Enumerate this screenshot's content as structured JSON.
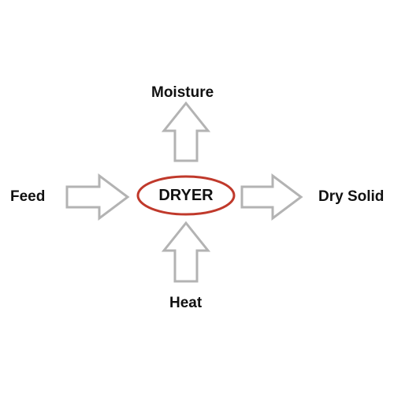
{
  "diagram": {
    "center": {
      "label": "DRYER"
    },
    "inputs": {
      "left": "Feed",
      "bottom": "Heat"
    },
    "outputs": {
      "top": "Moisture",
      "right": "Dry Solid"
    }
  },
  "colors": {
    "ellipse_stroke": "#c0392b",
    "arrow_stroke": "#b3b3b3",
    "arrow_fill": "#ffffff",
    "text": "#111111"
  }
}
